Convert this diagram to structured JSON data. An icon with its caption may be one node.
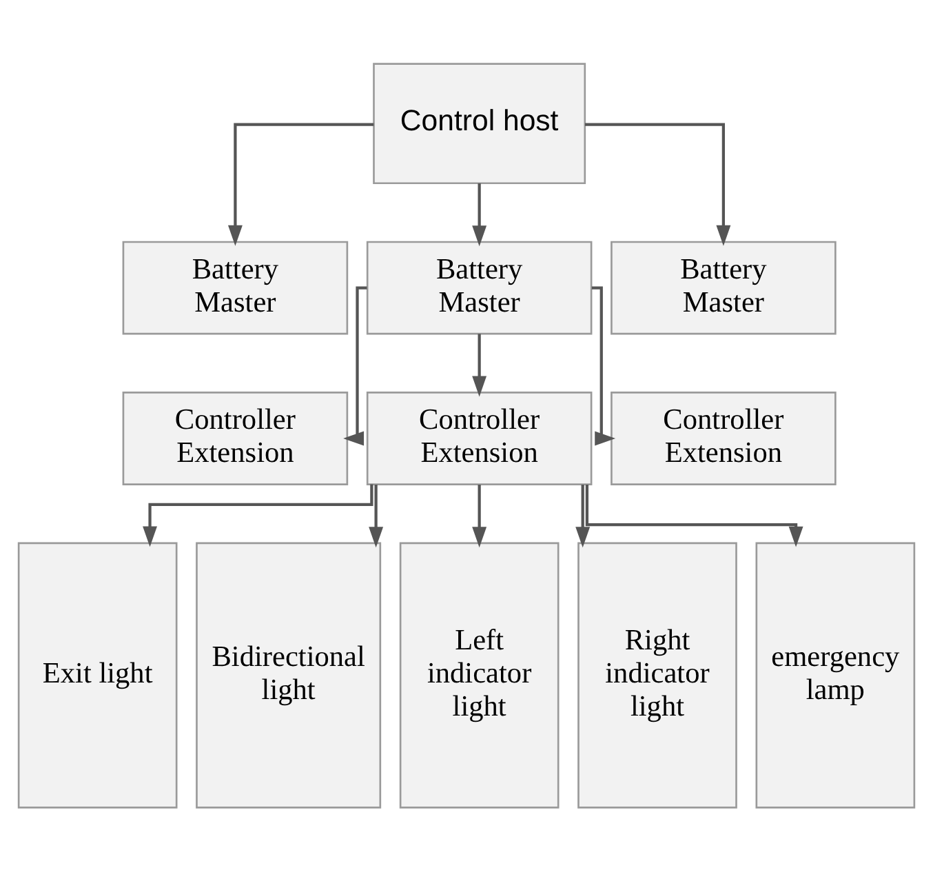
{
  "diagram": {
    "nodes": [
      {
        "text": [
          "Control host"
        ]
      },
      {
        "text": [
          "Battery Master"
        ]
      },
      {
        "text": [
          "Battery Master"
        ]
      },
      {
        "text": [
          "Battery Master"
        ]
      },
      {
        "text": [
          "Controller Extension"
        ]
      },
      {
        "text": [
          "Controller Extension"
        ]
      },
      {
        "text": [
          "Controller Extension"
        ]
      },
      {
        "text": [
          "Exit light"
        ]
      },
      {
        "text": [
          "Bidirectional light"
        ]
      },
      {
        "text": [
          "Left indicator light"
        ]
      },
      {
        "text": [
          "Right indicator light"
        ]
      },
      {
        "text": [
          "emergency lamp"
        ]
      }
    ],
    "edges": [
      {
        "from": 0,
        "to": 1,
        "arrow": "to"
      },
      {
        "from": 0,
        "to": 2,
        "arrow": "to"
      },
      {
        "from": 0,
        "to": 3,
        "arrow": "to"
      },
      {
        "from": 2,
        "to": 4,
        "arrow": "to"
      },
      {
        "from": 2,
        "to": 5,
        "arrow": "to"
      },
      {
        "from": 2,
        "to": 6,
        "arrow": "to"
      },
      {
        "from": 5,
        "to": 7,
        "arrow": "to"
      },
      {
        "from": 5,
        "to": 8,
        "arrow": "to"
      },
      {
        "from": 5,
        "to": 9,
        "arrow": "to"
      },
      {
        "from": 5,
        "to": 10,
        "arrow": "to"
      },
      {
        "from": 5,
        "to": 11,
        "arrow": "to"
      }
    ]
  }
}
